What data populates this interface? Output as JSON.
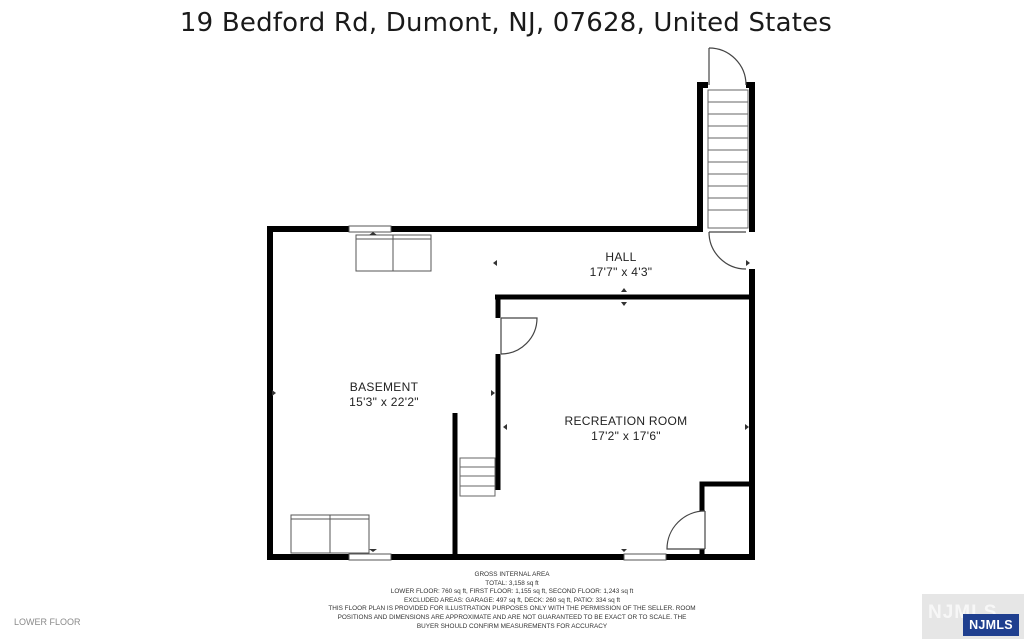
{
  "header": {
    "address": "19 Bedford Rd, Dumont, NJ, 07628, United States"
  },
  "rooms": [
    {
      "name": "HALL",
      "dimensions": "17'7\" x 4'3\""
    },
    {
      "name": "BASEMENT",
      "dimensions": "15'3\" x 22'2\""
    },
    {
      "name": "RECREATION ROOM",
      "dimensions": "17'2\" x 17'6\""
    }
  ],
  "footer": {
    "lines": [
      "GROSS INTERNAL AREA",
      "TOTAL: 3,158 sq ft",
      "LOWER FLOOR: 760 sq ft, FIRST FLOOR: 1,155 sq ft, SECOND FLOOR: 1,243 sq ft",
      "EXCLUDED AREAS: GARAGE: 497 sq ft, DECK: 260 sq ft, PATIO: 334 sq ft",
      "THIS FLOOR PLAN IS PROVIDED FOR ILLUSTRATION PURPOSES ONLY WITH THE PERMISSION OF THE SELLER. ROOM",
      "POSITIONS AND DIMENSIONS ARE APPROXIMATE AND ARE NOT GUARANTEED TO BE EXACT OR TO SCALE. THE",
      "BUYER SHOULD CONFIRM MEASUREMENTS FOR ACCURACY"
    ]
  },
  "floor_label": "LOWER FLOOR",
  "watermark": {
    "logo_text": "NJMLS",
    "ghost_text": "NJMLS",
    "logo_color": "#1f3f8f"
  },
  "colors": {
    "wall": "#000000",
    "fixture": "#555555",
    "background": "#ffffff"
  }
}
